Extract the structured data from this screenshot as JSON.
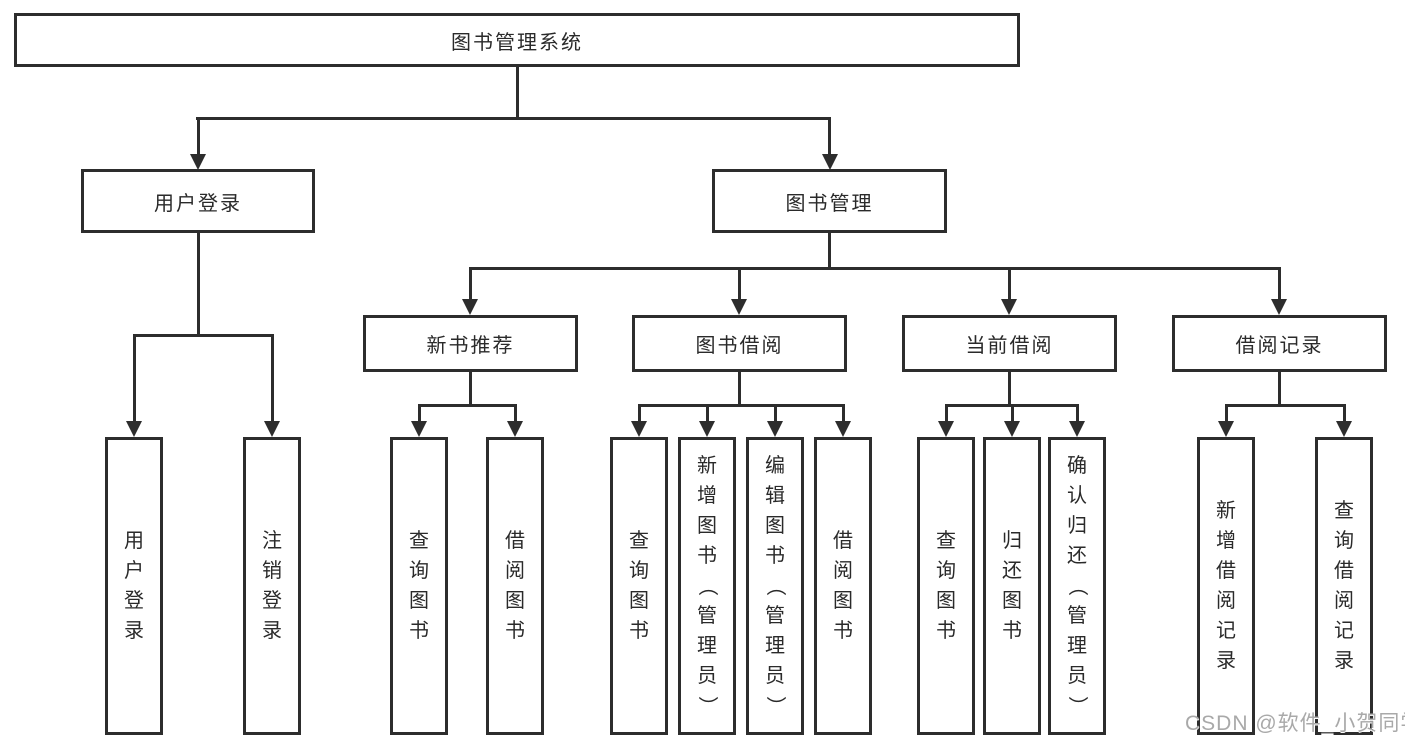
{
  "title": "图书管理系统",
  "colors": {
    "line": "#2d2d2d",
    "box_border": "#2d2d2d",
    "box_fill": "#ffffff",
    "text": "#2a2a2a",
    "watermark": "#a9a9a9"
  },
  "tree": {
    "root": {
      "label": "图书管理系统"
    },
    "level2": [
      {
        "label": "用户登录"
      },
      {
        "label": "图书管理"
      }
    ],
    "level3": [
      {
        "label": "新书推荐"
      },
      {
        "label": "图书借阅"
      },
      {
        "label": "当前借阅"
      },
      {
        "label": "借阅记录"
      }
    ],
    "leaves": {
      "user_login": [
        "用户登录",
        "注销登录"
      ],
      "new_book_recommendation": [
        "查询图书",
        "借阅图书"
      ],
      "book_borrowing": [
        "查询图书",
        "新增图书（管理员）",
        "编辑图书（管理员）",
        "借阅图书"
      ],
      "current_borrowing": [
        "查询图书",
        "归还图书",
        "确认归还（管理员）"
      ],
      "borrowing_records": [
        "新增借阅记录",
        "查询借阅记录"
      ]
    }
  },
  "watermark": "CSDN @软件_小贺同学"
}
